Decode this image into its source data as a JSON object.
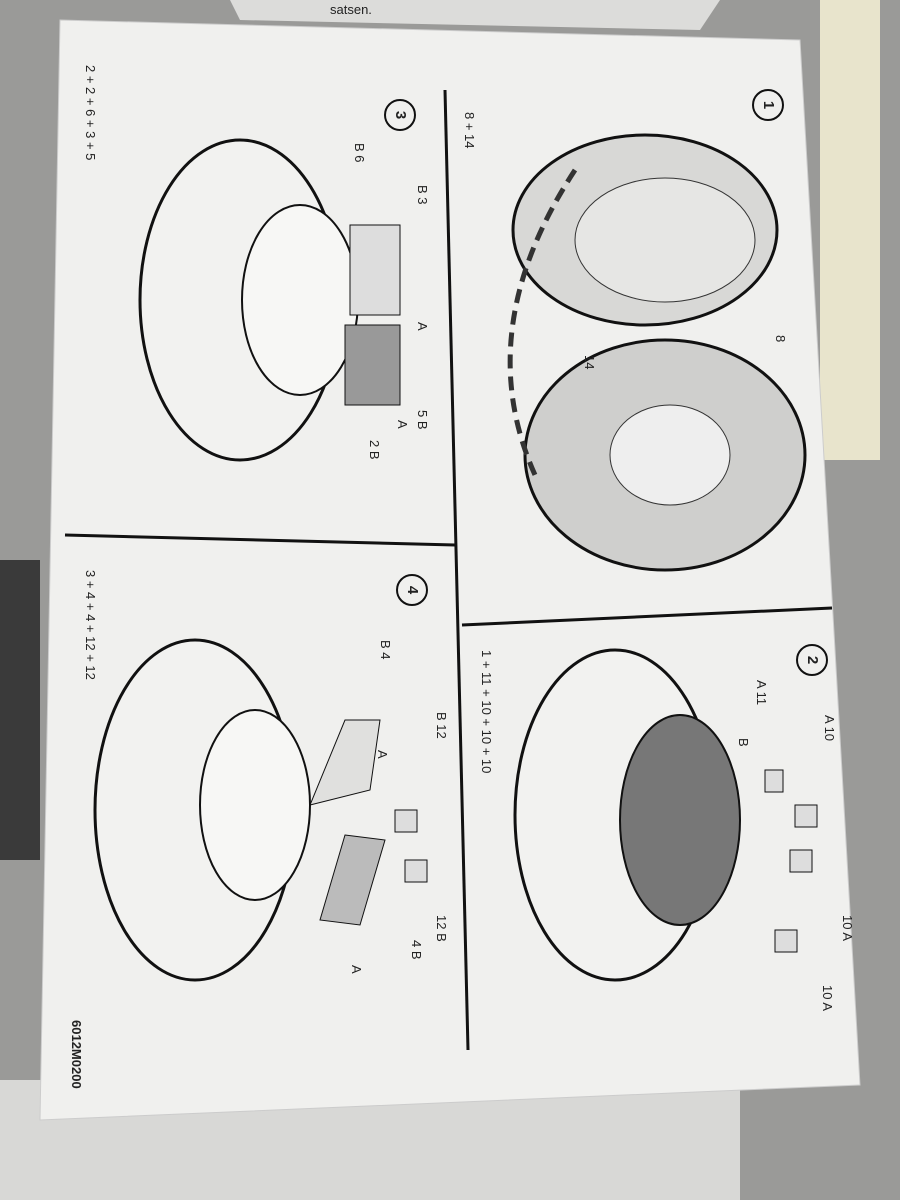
{
  "background_sheet": {
    "text": "satsen."
  },
  "sheet_code": "6012M0200",
  "steps": [
    {
      "number": "1",
      "formula": "8 + 14",
      "callouts": [
        "14",
        "8"
      ]
    },
    {
      "number": "2",
      "formula": "1 + 11 + 10 + 10 + 10",
      "callouts": [
        "A 11",
        "A 10",
        "B",
        "10 A",
        "10 A"
      ]
    },
    {
      "number": "3",
      "formula": "2 + 2 + 6 + 3 + 5",
      "callouts": [
        "B 3",
        "B 6",
        "A",
        "5 B",
        "A",
        "2 B"
      ]
    },
    {
      "number": "4",
      "formula": "3 + 4 + 4 + 12 + 12",
      "callouts": [
        "B 4",
        "A",
        "B 12",
        "12 B",
        "4 B",
        "A"
      ]
    }
  ],
  "colors": {
    "paper": "#f1f1ef",
    "ink": "#1e1e1e",
    "table": "#8f8f8d",
    "gray_fill": "#bdbdbb"
  }
}
